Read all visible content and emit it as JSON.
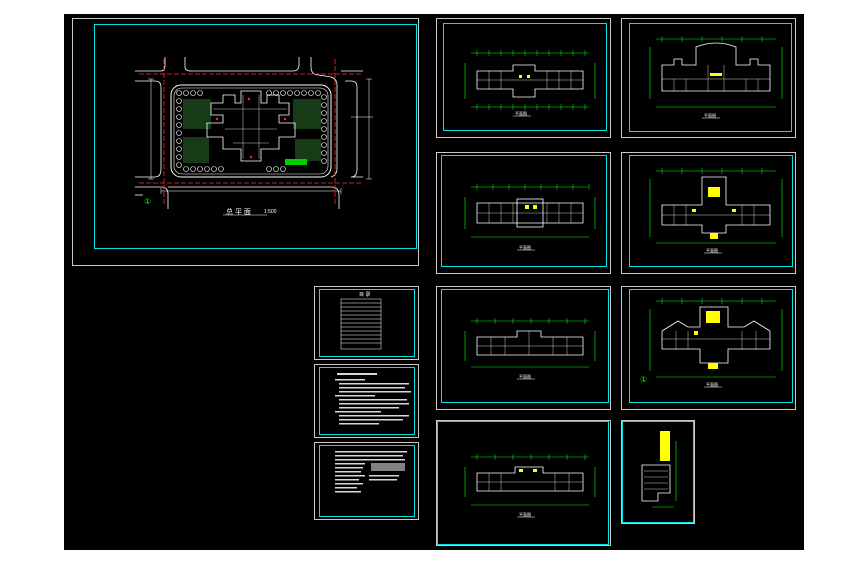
{
  "colors": {
    "model_space": "#000000",
    "frame": "#00e5e5",
    "sheet_border": "#c8c8c8",
    "dimension": "#00ff00",
    "highlight": "#ffff00",
    "redline": "#ff2a2a",
    "wall": "#ffffff"
  },
  "site_plan": {
    "caption": "总 平 面",
    "scale": "1:500",
    "north_symbol": "①"
  },
  "sheets": [
    {
      "id": "site-plan",
      "content": "site plan"
    },
    {
      "id": "floor-plan-1",
      "content": "floor plan"
    },
    {
      "id": "floor-plan-2",
      "content": "floor plan"
    },
    {
      "id": "floor-plan-3",
      "content": "floor plan"
    },
    {
      "id": "floor-plan-4",
      "content": "floor plan"
    },
    {
      "id": "floor-plan-5",
      "content": "floor plan"
    },
    {
      "id": "floor-plan-6",
      "content": "floor plan"
    },
    {
      "id": "floor-plan-7",
      "content": "floor plan"
    },
    {
      "id": "drawing-list",
      "content": "table"
    },
    {
      "id": "design-notes-1",
      "content": "text"
    },
    {
      "id": "design-notes-2",
      "content": "text"
    },
    {
      "id": "stair-detail",
      "content": "detail"
    }
  ],
  "drawing_list": {
    "title": "目 录"
  },
  "north_marks": [
    "①",
    "①"
  ]
}
